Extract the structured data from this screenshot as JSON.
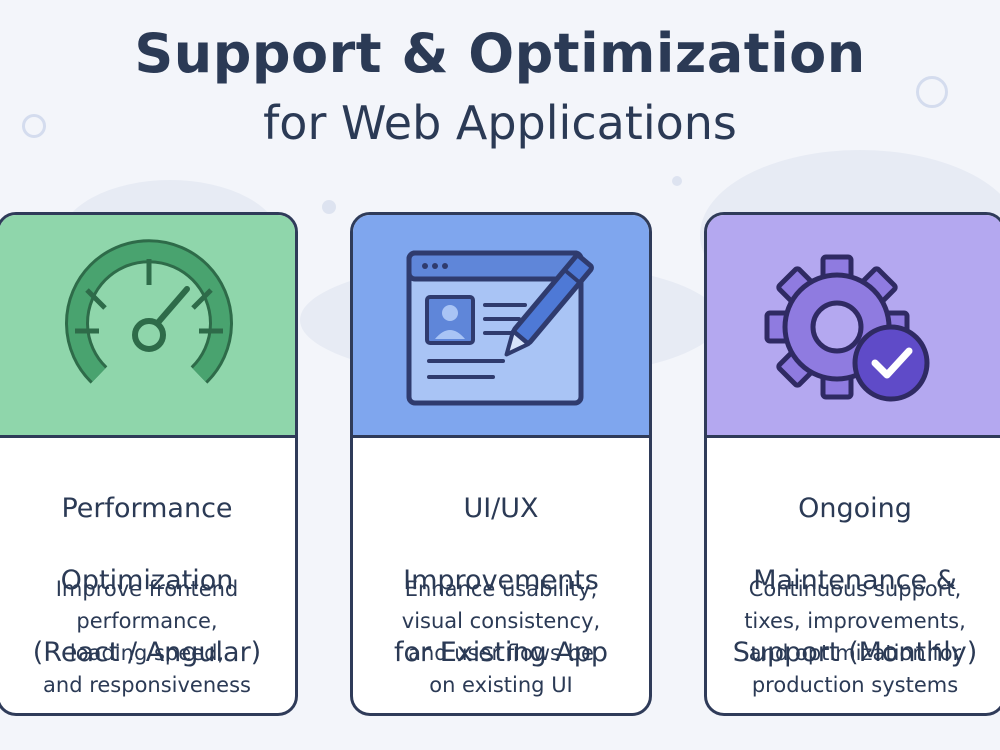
{
  "header": {
    "title": "Support & Optimization",
    "subtitle": "for Web Applications"
  },
  "colors": {
    "green_panel": "#8fd6ab",
    "blue_panel": "#7fa6ee",
    "purple_panel": "#b4a8f0",
    "outline": "#2f3b59"
  },
  "cards": [
    {
      "icon": "speedometer-icon",
      "heading_line1": "Performance",
      "heading_line2": "Optimization",
      "heading_line3": "(React / Angular)",
      "description": "Improve frontend\nperformance,\nloading speed,\nand responsiveness"
    },
    {
      "icon": "browser-edit-icon",
      "heading_line1": "UI/UX",
      "heading_line2": "Improvements",
      "heading_line3": "for Existing App",
      "description": "Enhance usability,\nvisual consistency,\nand user flows be\non existing UI"
    },
    {
      "icon": "gear-check-icon",
      "heading_line1": "Ongoing",
      "heading_line2": "Maintenance &",
      "heading_line3": "Support (Monthly)",
      "description": "Continuous support,\ntixes, improvements,\nand optimization for\nproduction systems"
    }
  ]
}
